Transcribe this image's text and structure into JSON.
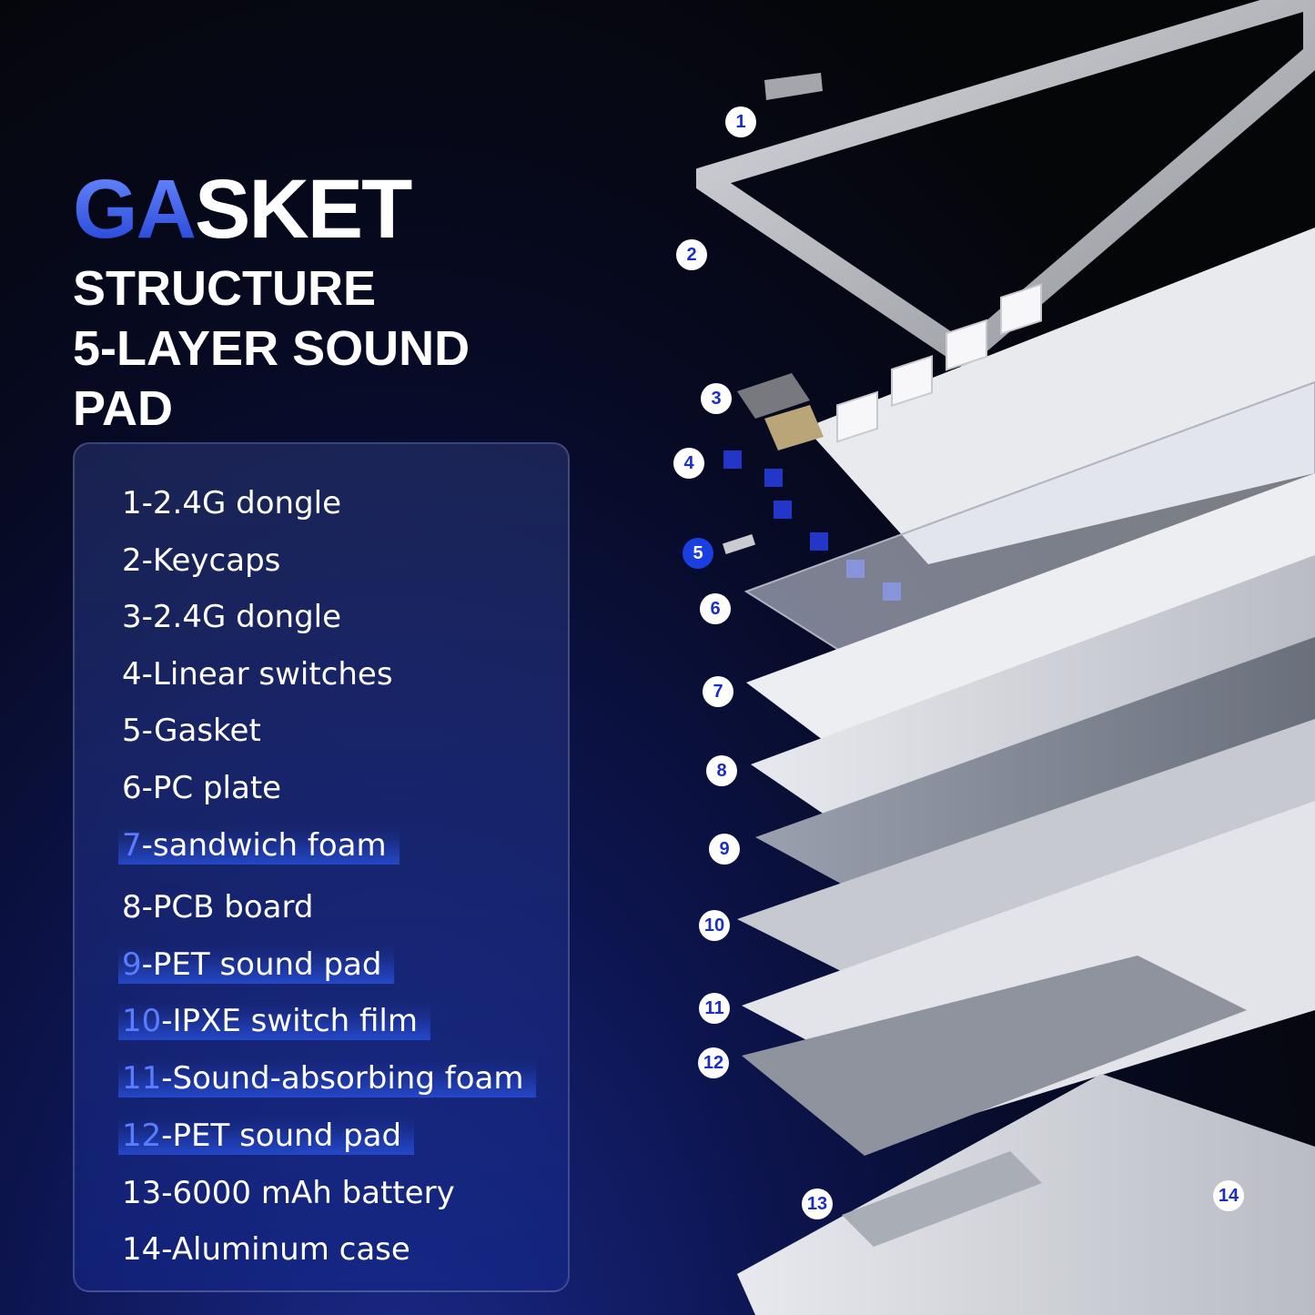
{
  "headline": {
    "title_accent": "GA",
    "title_rest": "SKET",
    "subtitle_line1": "STRUCTURE",
    "subtitle_line2": "5-LAYER SOUND",
    "subtitle_line3": "PAD"
  },
  "parts": [
    {
      "num": "1",
      "label": "-2.4G dongle"
    },
    {
      "num": "2",
      "label": "-Keycaps"
    },
    {
      "num": "3",
      "label": "-2.4G dongle"
    },
    {
      "num": "4",
      "label": "-Linear switches"
    },
    {
      "num": "5",
      "label": "-Gasket"
    },
    {
      "num": "6",
      "label": "-PC plate"
    },
    {
      "num": "7",
      "label": "-sandwich foam"
    },
    {
      "num": "8",
      "label": "-PCB board"
    },
    {
      "num": "9",
      "label": "-PET sound pad"
    },
    {
      "num": "10",
      "label": "-IPXE switch film"
    },
    {
      "num": "11",
      "label": "-Sound-absorbing foam"
    },
    {
      "num": "12",
      "label": "-PET sound pad"
    },
    {
      "num": "13",
      "label": "-6000 mAh battery"
    },
    {
      "num": "14",
      "label": "-Aluminum case"
    }
  ],
  "markers": [
    "1",
    "2",
    "3",
    "4",
    "5",
    "6",
    "7",
    "8",
    "9",
    "10",
    "11",
    "12",
    "13",
    "14"
  ],
  "colors": {
    "accent": "#1a3fe0",
    "highlight_text": "#5a7dff"
  }
}
